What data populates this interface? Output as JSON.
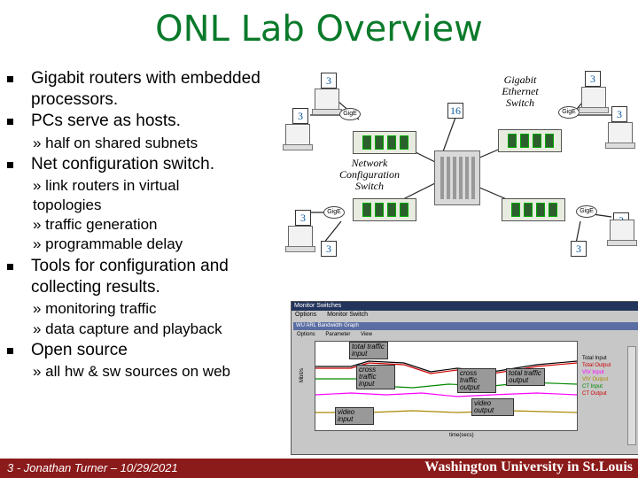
{
  "title": "ONL Lab Overview",
  "bullets": [
    {
      "text": "Gigabit routers with embedded processors."
    },
    {
      "text": "PCs serve as hosts."
    },
    {
      "text": "Net configuration switch."
    },
    {
      "text": "Tools for configuration and collecting results."
    },
    {
      "text": "Open source"
    }
  ],
  "subs": [
    "» half on shared subnets",
    "» link routers in virtual topologies",
    "» traffic generation",
    "» programmable delay",
    "» monitoring traffic",
    "» data capture and playback",
    "» all hw & sw sources on web"
  ],
  "diagram": {
    "pc_label": "3",
    "switch_ports": "16",
    "gig_label": "GigE",
    "gigabit_switch_label": "Gigabit Ethernet Switch",
    "net_config_label": "Network Configuration Switch"
  },
  "monitor": {
    "window_title": "Monitor Switches",
    "menu": [
      "Options",
      "Monitor Switch"
    ],
    "chart_title": "WU ARL Bandwidth Graph",
    "menu2": [
      "Options",
      "Parameter",
      "View"
    ],
    "ylabel": "Mbit/s",
    "xlabel": "time(secs)",
    "boxes": [
      "total traffic input",
      "cross traffic input",
      "cross traffic output",
      "total traffic output",
      "video output",
      "video input"
    ],
    "legend": [
      {
        "name": "Total Input",
        "color": "#000000"
      },
      {
        "name": "Total Output",
        "color": "#cc0000"
      },
      {
        "name": "VIV Input",
        "color": "#ff00ff"
      },
      {
        "name": "VIV Output",
        "color": "#aa8800"
      },
      {
        "name": "CT Input",
        "color": "#008800"
      },
      {
        "name": "CT Output",
        "color": "#cc0000"
      }
    ]
  },
  "footer": {
    "left": "3 - Jonathan Turner – 10/29/2021",
    "logo": "Washington University in St.Louis"
  }
}
